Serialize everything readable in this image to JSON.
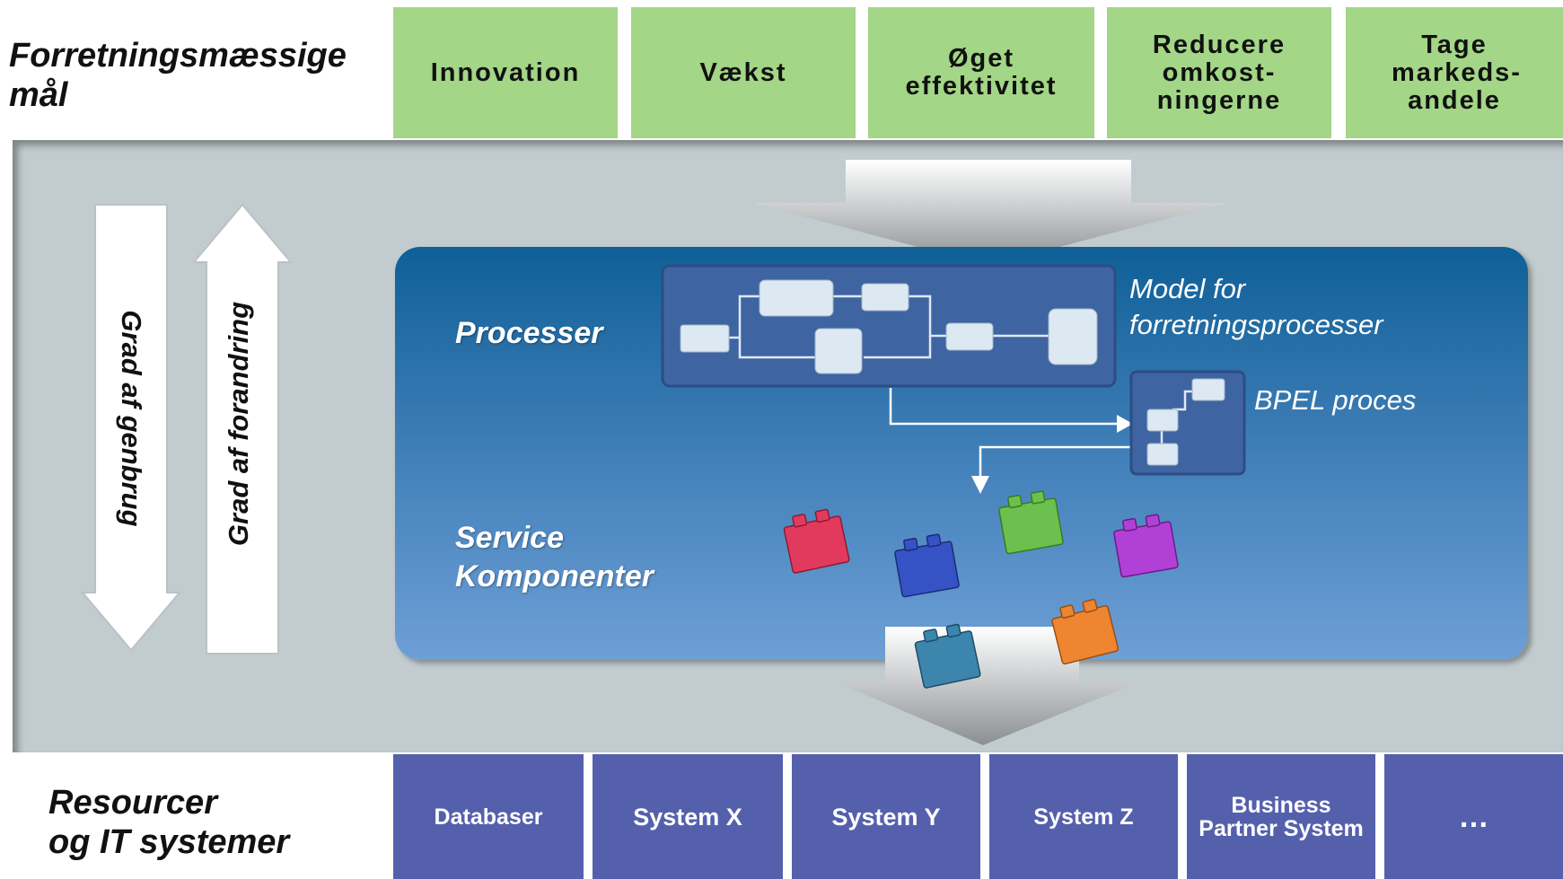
{
  "goals": {
    "title_line1": "Forretningsmæssige",
    "title_line2": "mål",
    "items": [
      "Innovation",
      "Vækst",
      "Øget effektivitet",
      "Reducere omkost-ningerne",
      "Tage markeds-andele"
    ]
  },
  "arrows": {
    "reuse": "Grad af genbrug",
    "change": "Grad af forandring"
  },
  "middle": {
    "processes_label": "Processer",
    "services_label_line1": "Service",
    "services_label_line2": "Komponenter",
    "model_note_line1": "Model for",
    "model_note_line2": "forretningsprocesser",
    "bpel_note": "BPEL proces"
  },
  "resources": {
    "title_line1": "Resourcer",
    "title_line2": "og IT systemer",
    "items": [
      "Databaser",
      "System X",
      "System Y",
      "System Z",
      "Business Partner System",
      "…"
    ]
  },
  "colors": {
    "goal_green": "#a3d687",
    "resource_blue": "#5560ad",
    "panel_gray": "#c2cccf",
    "inner_blue_top": "#0f5f97",
    "inner_blue_bottom": "#6e9fd6",
    "block_red": "#e23a5c",
    "block_blue": "#3553c4",
    "block_green": "#6cc04d",
    "block_purple": "#b140d6",
    "block_orange": "#ee8530",
    "block_teal": "#3c86ad"
  }
}
